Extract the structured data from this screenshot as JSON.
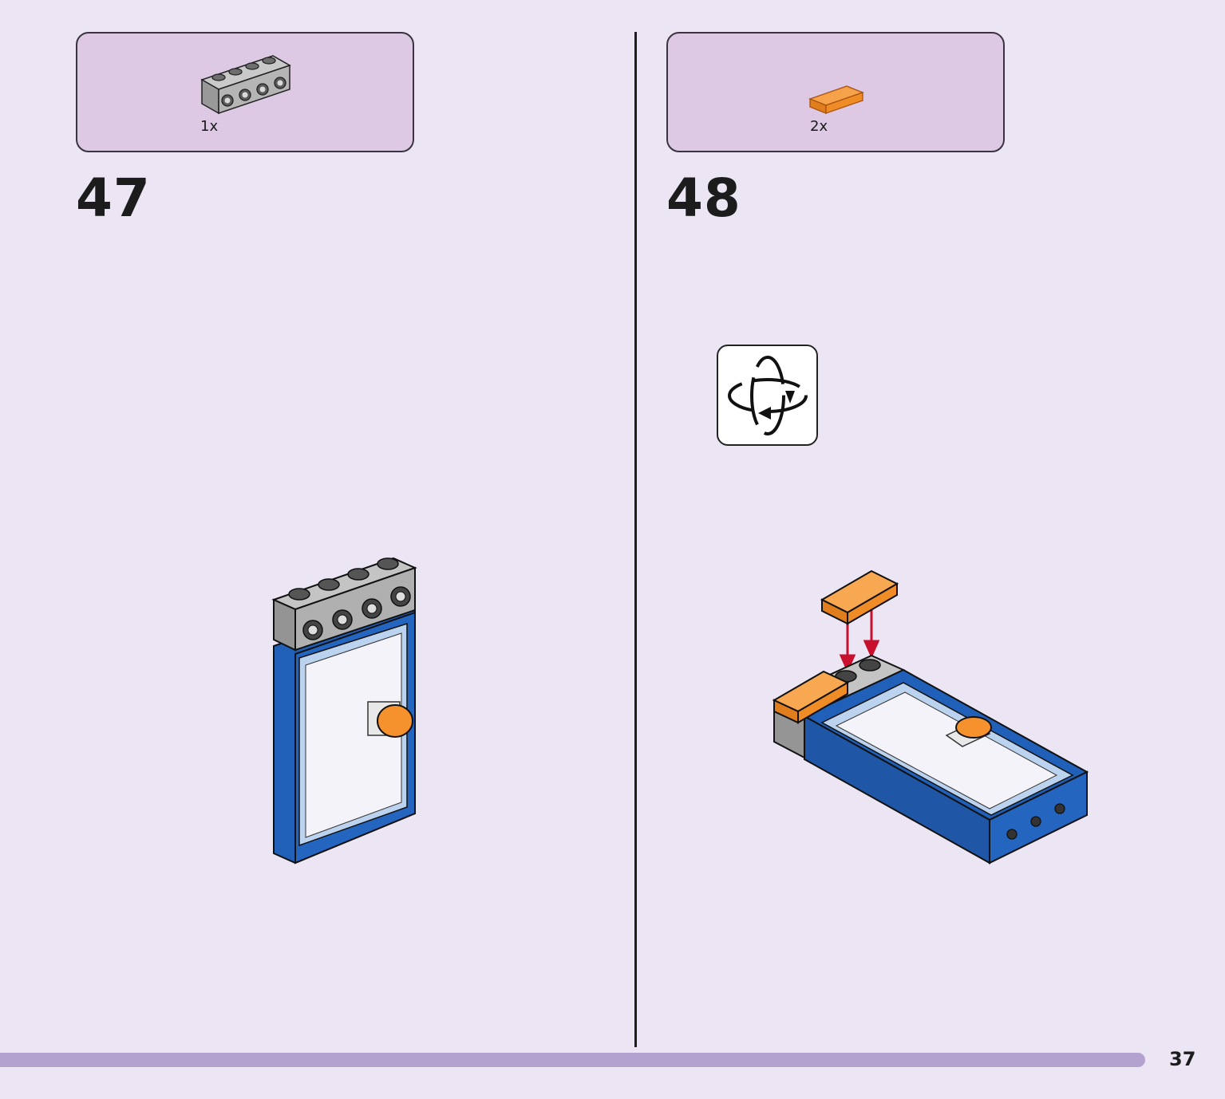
{
  "colors": {
    "page_background": "#ece5f3",
    "parts_box_fill": "#ddc9e4",
    "progress_bar": "#b3a2cf",
    "brick_blue": "#2060b8",
    "brick_gray": "#a9a9a9",
    "brick_orange": "#f6922e",
    "arrow_red": "#c8102e"
  },
  "steps": [
    {
      "number": "47",
      "parts": [
        {
          "count": "1x",
          "icon": "gray-1x4-brick-with-side-studs-icon"
        }
      ],
      "illustration": "upright-blue-frame-with-gray-brick-top-icon"
    },
    {
      "number": "48",
      "parts": [
        {
          "count": "2x",
          "icon": "orange-1x2-tile-icon"
        }
      ],
      "rotate_icon": "rotate-model-icon",
      "illustration": "flat-blue-frame-with-orange-tiles-icon"
    }
  ],
  "page": {
    "number": "37",
    "progress": 0.935
  }
}
